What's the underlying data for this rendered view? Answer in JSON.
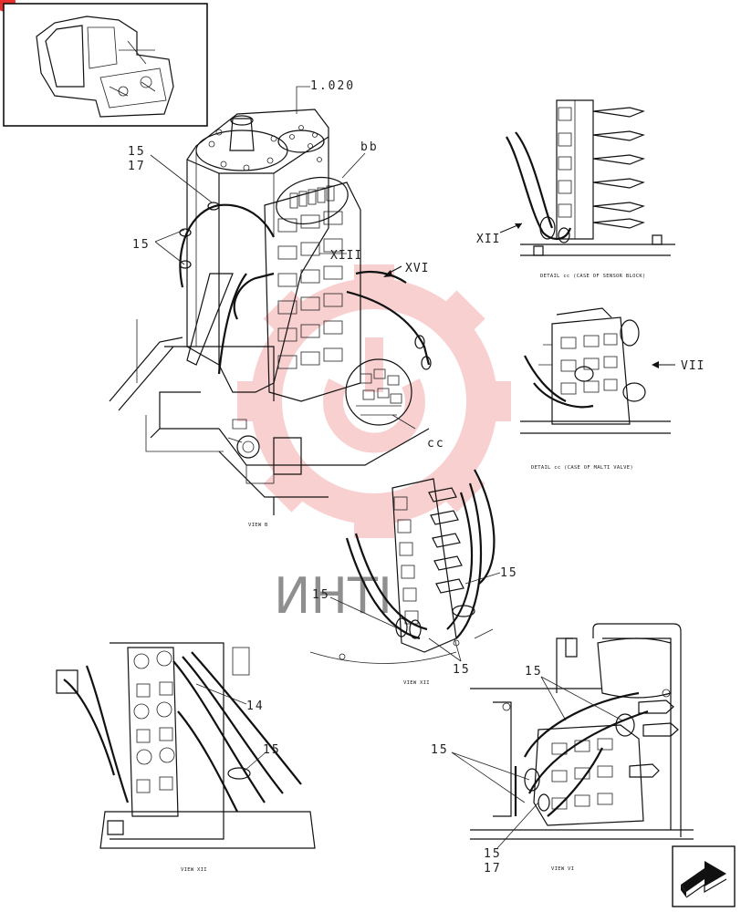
{
  "labels": {
    "part_ref": "1.020",
    "bb": "bb",
    "cc": "cc",
    "item_15": "15",
    "item_17": "17",
    "item_14": "14",
    "view_xiii": "XIII",
    "view_xvi": "XVI",
    "view_xii": "XII",
    "view_vii": "VII"
  },
  "captions": {
    "view_main": "VIEW B",
    "detail_sensor": "DETAIL cc (CASE OF SENSOR BLOCK)",
    "detail_multi": "DETAIL cc (CASE OF MALTI VALVE)",
    "view_center": "VIEW XII",
    "view_bottom_left": "VIEW XII",
    "view_bottom_right": "VIEW VI"
  },
  "watermark_text": "ИHTI",
  "icons": {
    "badge": "red-badge-icon",
    "next": "next-page-arrow-icon"
  },
  "colors": {
    "line": "#111111",
    "watermark": "#e8302f",
    "badge": "#e8302f"
  }
}
